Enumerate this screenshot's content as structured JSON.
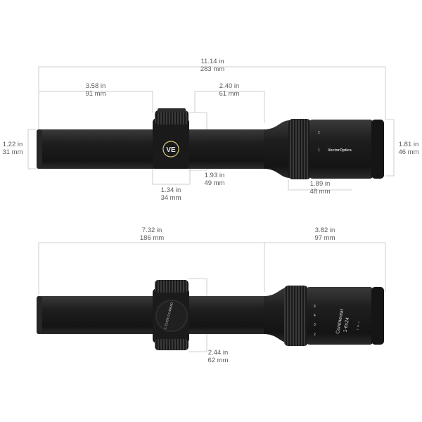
{
  "dimensions": {
    "overall_length": {
      "in": "11.14 in",
      "mm": "283 mm"
    },
    "eyepiece_to_turret": {
      "in": "3.58 in",
      "mm": "91 mm"
    },
    "turret_to_objective": {
      "in": "2.40 in",
      "mm": "61 mm"
    },
    "tube_diameter": {
      "in": "1.22 in",
      "mm": "31 mm"
    },
    "objective_diameter": {
      "in": "1.81 in",
      "mm": "46 mm"
    },
    "turret_height": {
      "in": "1.93 in",
      "mm": "49 mm"
    },
    "turret_width": {
      "in": "1.34 in",
      "mm": "34 mm"
    },
    "objective_bell_diameter": {
      "in": "1.89 in",
      "mm": "48 mm"
    },
    "rear_to_turret_center": {
      "in": "7.32 in",
      "mm": "186 mm"
    },
    "turret_center_to_front": {
      "in": "3.82 in",
      "mm": "97 mm"
    },
    "turret_side_width": {
      "in": "2.44 in",
      "mm": "62 mm"
    }
  },
  "scope_markings": {
    "brand": "VectorOptics",
    "model_line": "Continental",
    "model_spec": "1-6x24",
    "turret_text": "1 CLICK 0.1 MRAD",
    "zoom_marks_top": [
      "1",
      "2"
    ],
    "zoom_marks_bottom": [
      "6",
      "4",
      "3",
      "2"
    ],
    "dir_marks": "↑ + −"
  },
  "colors": {
    "scope_body": "#1c1c1c",
    "dimension_line": "#b8b8b8",
    "label_text": "#5a5a5a"
  }
}
